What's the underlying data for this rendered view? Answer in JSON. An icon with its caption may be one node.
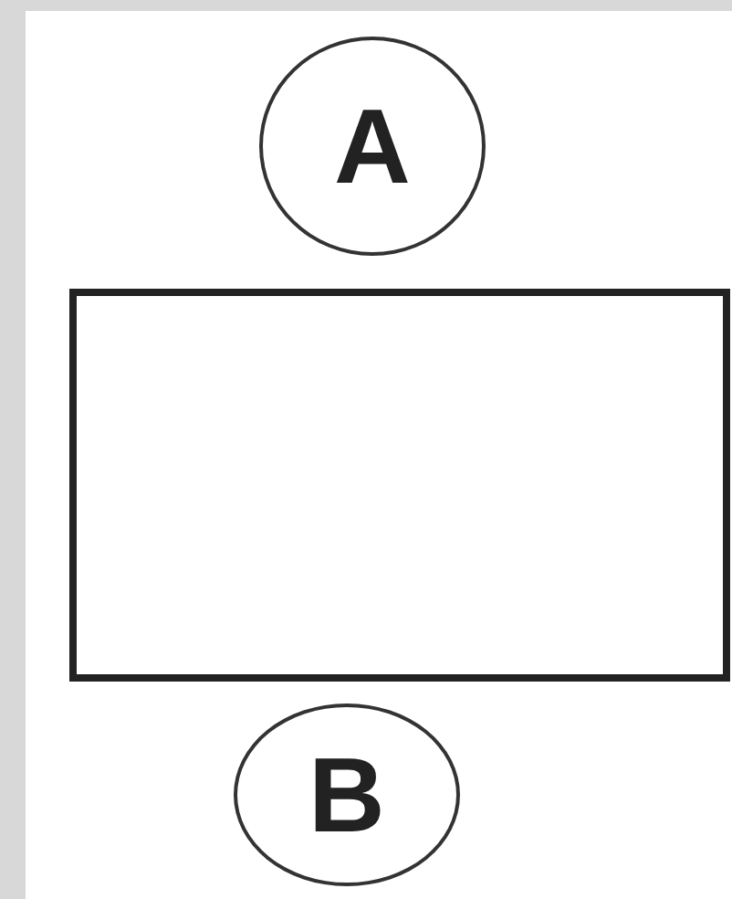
{
  "diagram": {
    "nodes": [
      {
        "text": [
          "A"
        ]
      },
      {
        "text": [],
        "shape": "box"
      },
      {
        "text": [
          "B"
        ]
      }
    ]
  }
}
